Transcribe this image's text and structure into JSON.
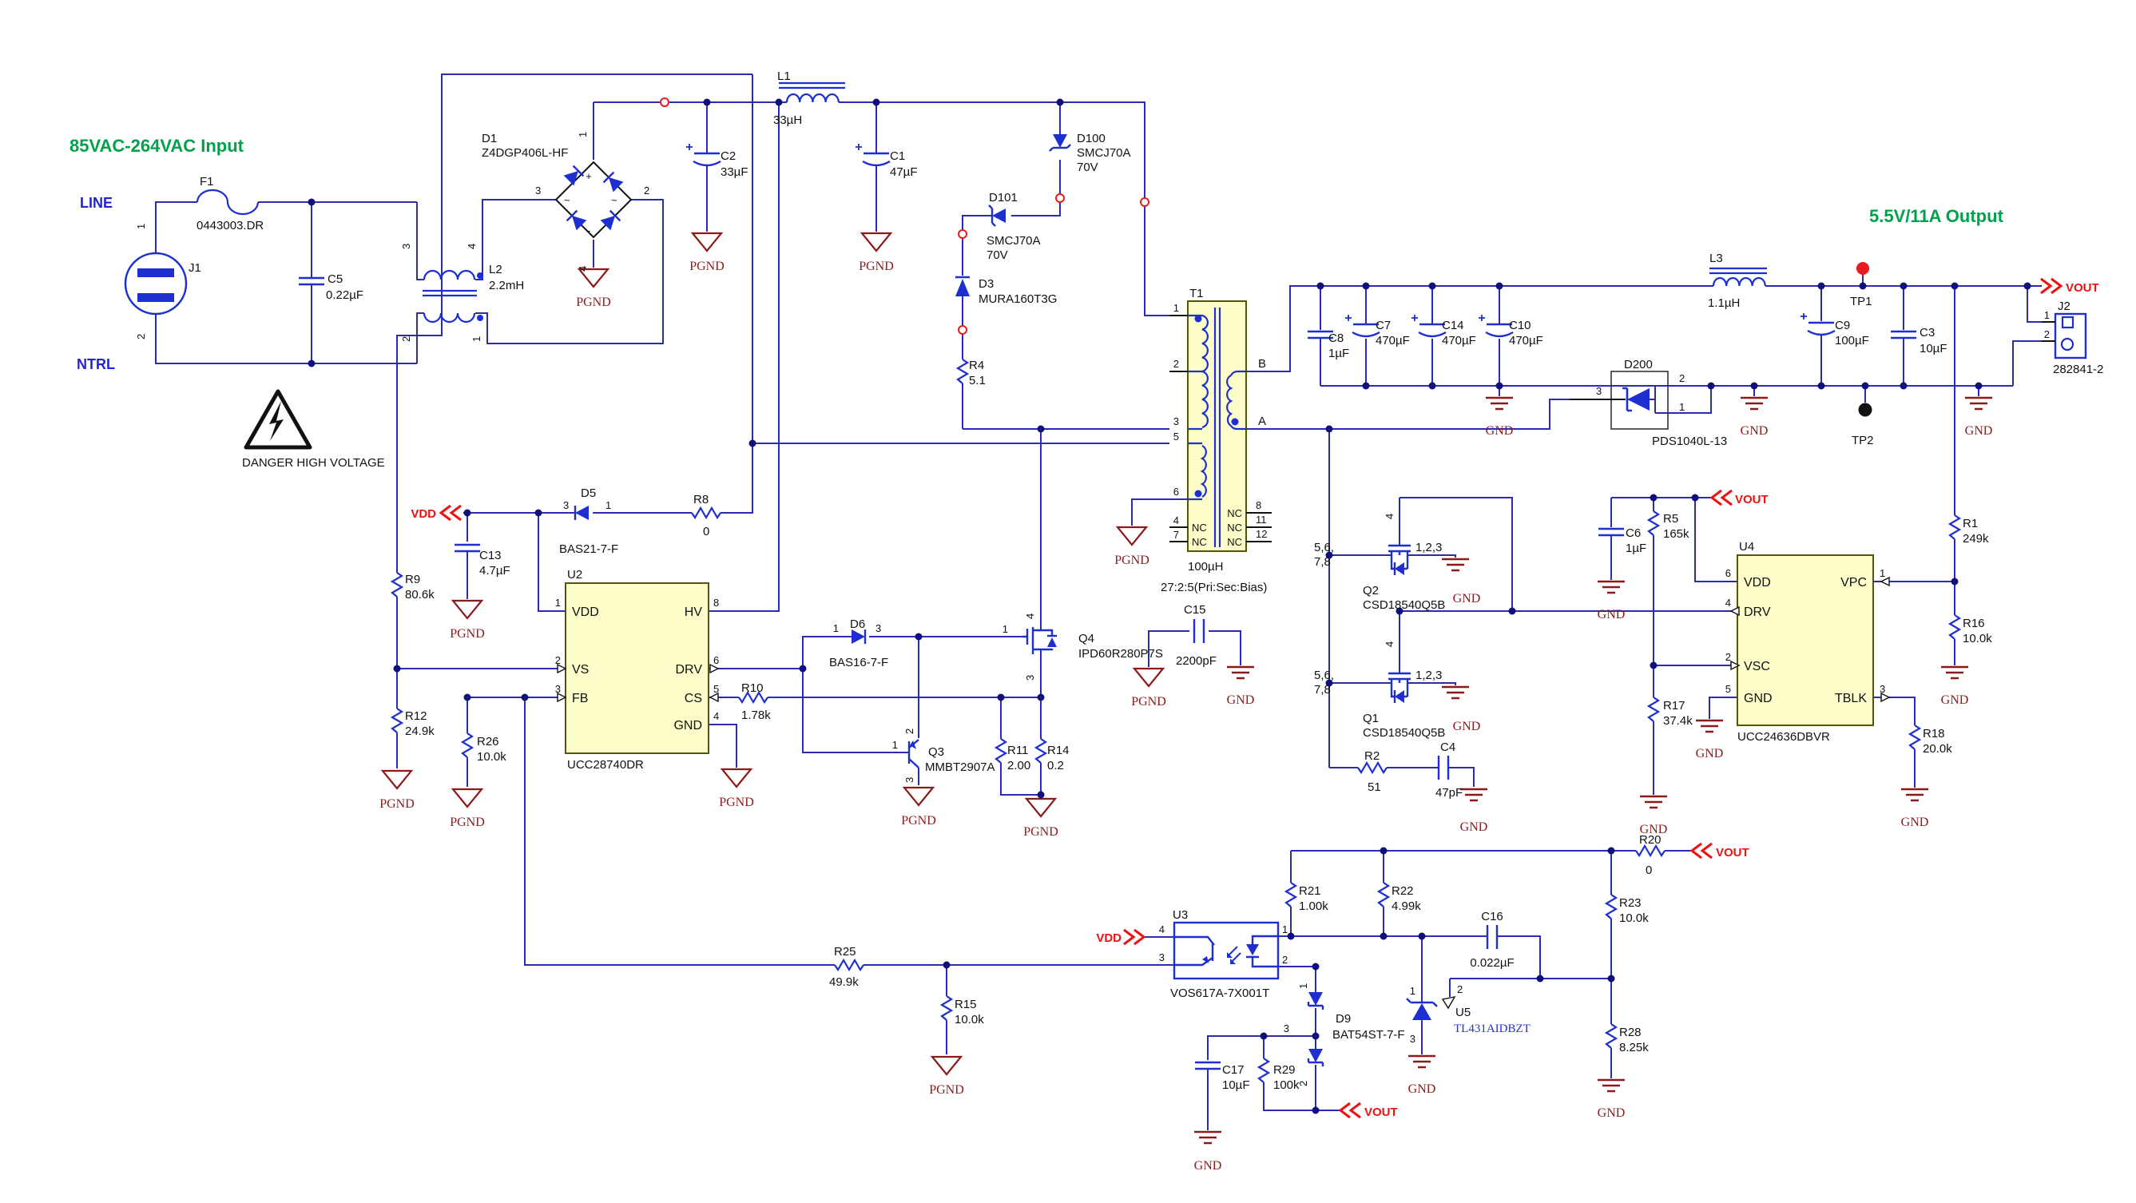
{
  "titles": {
    "input": "85VAC-264VAC Input",
    "output": "5.5V/11A Output",
    "warning": "DANGER HIGH VOLTAGE"
  },
  "nets": {
    "line": "LINE",
    "neutral": "NTRL",
    "vdd": "VDD",
    "vout": "VOUT",
    "pgnd": "PGND",
    "gnd": "GND"
  },
  "parts": {
    "f1": {
      "ref": "F1",
      "val": "0443003.DR"
    },
    "j1": {
      "ref": "J1",
      "p1": "1",
      "p2": "2"
    },
    "c5": {
      "ref": "C5",
      "val": "0.22µF"
    },
    "l2": {
      "ref": "L2",
      "val": "2.2mH",
      "p1": "1",
      "p2": "2",
      "p3": "3",
      "p4": "4"
    },
    "d1": {
      "ref": "D1",
      "val": "Z4DGP406L-HF",
      "p1": "1",
      "p2": "2",
      "p3": "3",
      "p4": "4",
      "plus": "+",
      "minus": "-",
      "ac": "~"
    },
    "l1": {
      "ref": "L1",
      "val": "33µH"
    },
    "c2": {
      "ref": "C2",
      "val": "33µF"
    },
    "c1": {
      "ref": "C1",
      "val": "47µF"
    },
    "d100": {
      "ref": "D100",
      "val": "SMCJ70A",
      "val2": "70V"
    },
    "d101": {
      "ref": "D101",
      "val": "SMCJ70A",
      "val2": "70V"
    },
    "d3": {
      "ref": "D3",
      "val": "MURA160T3G"
    },
    "r4": {
      "ref": "R4",
      "val": "5.1"
    },
    "t1": {
      "ref": "T1",
      "val": "100µH",
      "ratio": "27:2:5(Pri:Sec:Bias)",
      "nc": "NC",
      "p1": "1",
      "p2": "2",
      "p3": "3",
      "p5": "5",
      "p6": "6",
      "p4": "4",
      "p7": "7",
      "p8": "8",
      "p11": "11",
      "p12": "12",
      "b": "B",
      "a": "A"
    },
    "c8": {
      "ref": "C8",
      "val": "1µF"
    },
    "c7": {
      "ref": "C7",
      "val": "470µF"
    },
    "c14": {
      "ref": "C14",
      "val": "470µF"
    },
    "c10": {
      "ref": "C10",
      "val": "470µF"
    },
    "l3": {
      "ref": "L3",
      "val": "1.1µH"
    },
    "d200": {
      "ref": "D200",
      "val": "PDS1040L-13",
      "p1": "1",
      "p2": "2",
      "p3": "3"
    },
    "tp1": {
      "ref": "TP1"
    },
    "tp2": {
      "ref": "TP2"
    },
    "c9": {
      "ref": "C9",
      "val": "100µF"
    },
    "c3": {
      "ref": "C3",
      "val": "10µF"
    },
    "j2": {
      "ref": "J2",
      "val": "282841-2",
      "p1": "1",
      "p2": "2"
    },
    "r9": {
      "ref": "R9",
      "val": "80.6k"
    },
    "c13": {
      "ref": "C13",
      "val": "4.7µF"
    },
    "d5": {
      "ref": "D5",
      "val": "BAS21-7-F",
      "p1": "1",
      "p3": "3"
    },
    "r8": {
      "ref": "R8",
      "val": "0"
    },
    "r12": {
      "ref": "R12",
      "val": "24.9k"
    },
    "r26": {
      "ref": "R26",
      "val": "10.0k"
    },
    "u2": {
      "ref": "U2",
      "part": "UCC28740DR",
      "n1": "1",
      "n2": "2",
      "n3": "3",
      "n8": "8",
      "n6": "6",
      "n5": "5",
      "n4": "4",
      "vdd": "VDD",
      "vs": "VS",
      "fb": "FB",
      "hv": "HV",
      "drv": "DRV",
      "cs": "CS",
      "gnd": "GND"
    },
    "r10": {
      "ref": "R10",
      "val": "1.78k"
    },
    "d6": {
      "ref": "D6",
      "val": "BAS16-7-F",
      "p1": "1",
      "p3": "3"
    },
    "q3": {
      "ref": "Q3",
      "val": "MMBT2907A",
      "p1": "1",
      "p2": "2",
      "p3": "3"
    },
    "r11": {
      "ref": "R11",
      "val": "2.00"
    },
    "r14": {
      "ref": "R14",
      "val": "0.2"
    },
    "q4": {
      "ref": "Q4",
      "val": "IPD60R280P7S",
      "p1": "1",
      "p3": "3",
      "p4": "4"
    },
    "c15": {
      "ref": "C15",
      "val": "2200pF"
    },
    "q2": {
      "ref": "Q2",
      "val": "CSD18540Q5B",
      "d1": "5,6,",
      "d2": "7,8",
      "s": "1,2,3",
      "g": "4"
    },
    "q1": {
      "ref": "Q1",
      "val": "CSD18540Q5B",
      "d1": "5,6,",
      "d2": "7,8",
      "s": "1,2,3",
      "g": "4"
    },
    "r2": {
      "ref": "R2",
      "val": "51"
    },
    "c4": {
      "ref": "C4",
      "val": "47pF"
    },
    "c6": {
      "ref": "C6",
      "val": "1µF"
    },
    "r5": {
      "ref": "R5",
      "val": "165k"
    },
    "r17": {
      "ref": "R17",
      "val": "37.4k"
    },
    "u4": {
      "ref": "U4",
      "part": "UCC24636DBVR",
      "n6": "6",
      "n4": "4",
      "n2": "2",
      "n5": "5",
      "n1": "1",
      "n3": "3",
      "vdd": "VDD",
      "drv": "DRV",
      "vsc": "VSC",
      "gnd": "GND",
      "vpc": "VPC",
      "tblk": "TBLK"
    },
    "r1": {
      "ref": "R1",
      "val": "249k"
    },
    "r16": {
      "ref": "R16",
      "val": "10.0k"
    },
    "r18": {
      "ref": "R18",
      "val": "20.0k"
    },
    "r20": {
      "ref": "R20",
      "val": "0"
    },
    "r23": {
      "ref": "R23",
      "val": "10.0k"
    },
    "r28": {
      "ref": "R28",
      "val": "8.25k"
    },
    "r21": {
      "ref": "R21",
      "val": "1.00k"
    },
    "r22": {
      "ref": "R22",
      "val": "4.99k"
    },
    "c16": {
      "ref": "C16",
      "val": "0.022µF"
    },
    "u3": {
      "ref": "U3",
      "part": "VOS617A-7X001T",
      "p1": "1",
      "p2": "2",
      "p3": "3",
      "p4": "4"
    },
    "u5": {
      "ref": "U5",
      "part": "TL431AIDBZT",
      "p1": "1",
      "p2": "2",
      "p3": "3"
    },
    "d9": {
      "ref": "D9",
      "val": "BAT54ST-7-F",
      "p1": "1",
      "p2": "2",
      "p3": "3"
    },
    "c17": {
      "ref": "C17",
      "val": "10µF"
    },
    "r29": {
      "ref": "R29",
      "val": "100k"
    },
    "r25": {
      "ref": "R25",
      "val": "49.9k"
    },
    "r15": {
      "ref": "R15",
      "val": "10.0k"
    }
  }
}
